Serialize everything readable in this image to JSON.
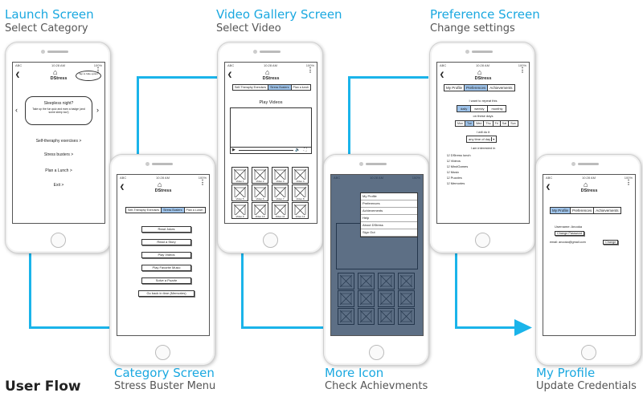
{
  "flow": {
    "launch": {
      "title": "Launch Screen",
      "subtitle": "Select Category"
    },
    "category": {
      "title": "Category Screen",
      "subtitle": "Stress Buster Menu"
    },
    "gallery": {
      "title": "Video Gallery Screen",
      "subtitle": "Select Video"
    },
    "more": {
      "title": "More Icon",
      "subtitle": "Check Achievments"
    },
    "preference": {
      "title": "Preference Screen",
      "subtitle": "Change settings"
    },
    "profile": {
      "title": "My Profile",
      "subtitle": "Update Credentials"
    },
    "user_flow_label": "User Flow",
    "line_color": "#1ab4ea"
  },
  "common": {
    "app_name": "DStress",
    "status_carrier": "ABC",
    "status_time": "10:28 AM",
    "status_battery": "100%",
    "back_icon": "back-arrow-icon",
    "home_icon": "house-icon",
    "menu_icon": "kebab-icon"
  },
  "launch": {
    "tooltip": "Tap to hide option",
    "card_title": "Sleepless night?",
    "card_text": "Take up the fun quiz and earn a badge (and some sleep too!)",
    "menu": [
      "Self-theraphy exercises >",
      "Stress busters >",
      "Plan a Lunch >",
      "Exit >"
    ]
  },
  "category": {
    "tabs": [
      "Self-Theraphy Exercises",
      "Stress Busters",
      "Plan a Lunch"
    ],
    "active_tab": "Stress Busters",
    "buttons": [
      "Read Jokes",
      "Read a Story",
      "Play Videos",
      "Play Favorite Music",
      "Solve a Puzzle",
      "Go back in time (Memories)"
    ]
  },
  "gallery": {
    "tabs": [
      "Self-Theraphy Exercises",
      "Stress Busters",
      "Plan a lunch"
    ],
    "heading": "Play Videos",
    "videos": [
      "Video 1",
      "Video 2",
      "Video 3",
      "Video 4",
      "Video 5",
      "Video 6",
      "Video 7",
      "Video 8",
      "Video 9",
      "Video 10",
      "Video 11",
      "Video 12"
    ]
  },
  "more": {
    "menu": [
      "My Profile",
      "Preferences",
      "Achievements",
      "Help",
      "About DStress",
      "Sign Out"
    ]
  },
  "preference": {
    "tabs": [
      "My Profile",
      "Preferences",
      "Achievements"
    ],
    "repeat_label": "I want to repeat this",
    "repeat_options": [
      "daily",
      "weekly",
      "monthly"
    ],
    "days_label": "on these days",
    "days": [
      "Mon",
      "Tue",
      "Wed",
      "Thu",
      "Fri",
      "Sat",
      "Sun"
    ],
    "do_label": "I will do it",
    "time_select": "any time of day",
    "interest_label": "I am interested in",
    "interests": [
      "DStress lunch",
      "Videos",
      "MindGames",
      "Music",
      "Puzzles",
      "Memories"
    ]
  },
  "profile": {
    "tabs": [
      "My Profile",
      "Preferences",
      "Achievements"
    ],
    "username": "Username: Anooka",
    "change_password": "Change Password",
    "email": "email: anooka@gmail.com",
    "change": "Change"
  }
}
